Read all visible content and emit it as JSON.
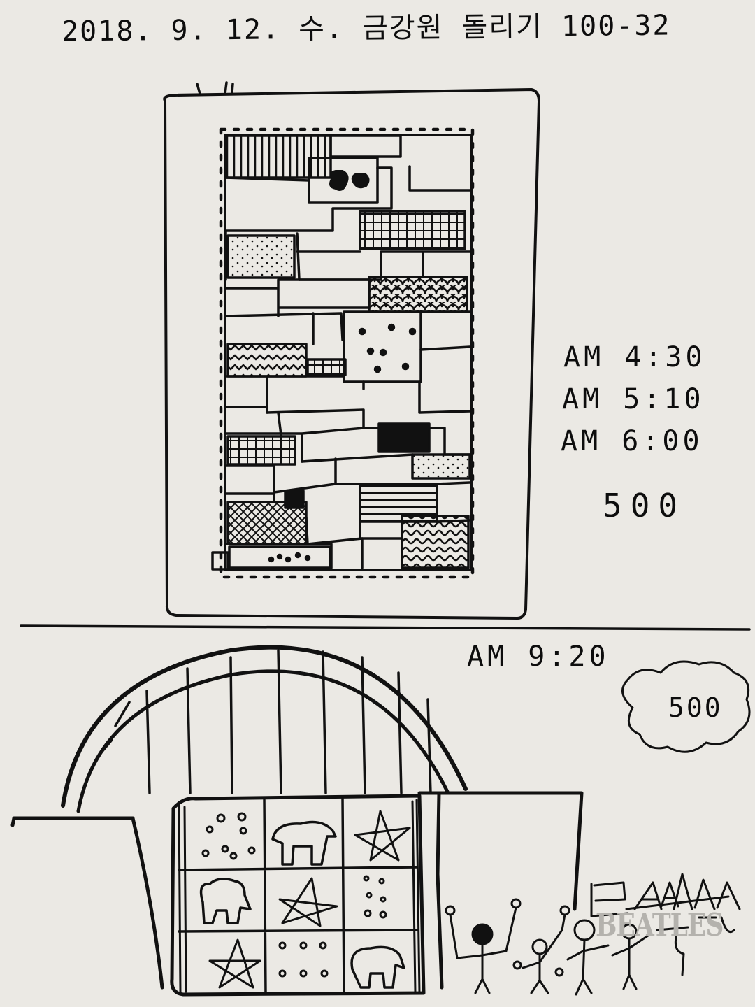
{
  "sketch": {
    "header": "2018. 9. 12. 수. 금강원 돌리기 100-32",
    "times": [
      "AM 4:30",
      "AM 5:10",
      "AM 6:00"
    ],
    "amount_top": "500",
    "time_bottom": "AM 9:20",
    "amount_bottom": "500",
    "watermark": "BEATLES"
  },
  "ink_color": "#111111",
  "paper_color": "#ebe9e4"
}
